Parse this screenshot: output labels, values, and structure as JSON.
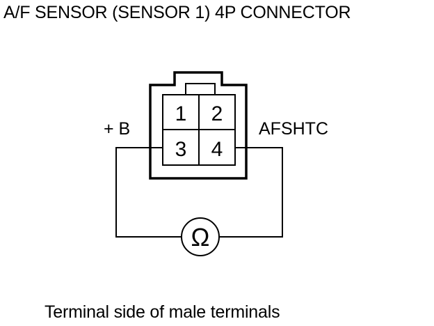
{
  "title": "A/F SENSOR (SENSOR 1) 4P CONNECTOR",
  "caption": "Terminal side of male terminals",
  "connector": {
    "pins": [
      "1",
      "2",
      "3",
      "4"
    ]
  },
  "labels": {
    "left_wire": "+ B",
    "right_wire": "AFSHTC"
  },
  "meter": {
    "symbol": "Ω",
    "icon": "ohmmeter-icon"
  },
  "colors": {
    "line": "#000000",
    "background": "#ffffff"
  }
}
